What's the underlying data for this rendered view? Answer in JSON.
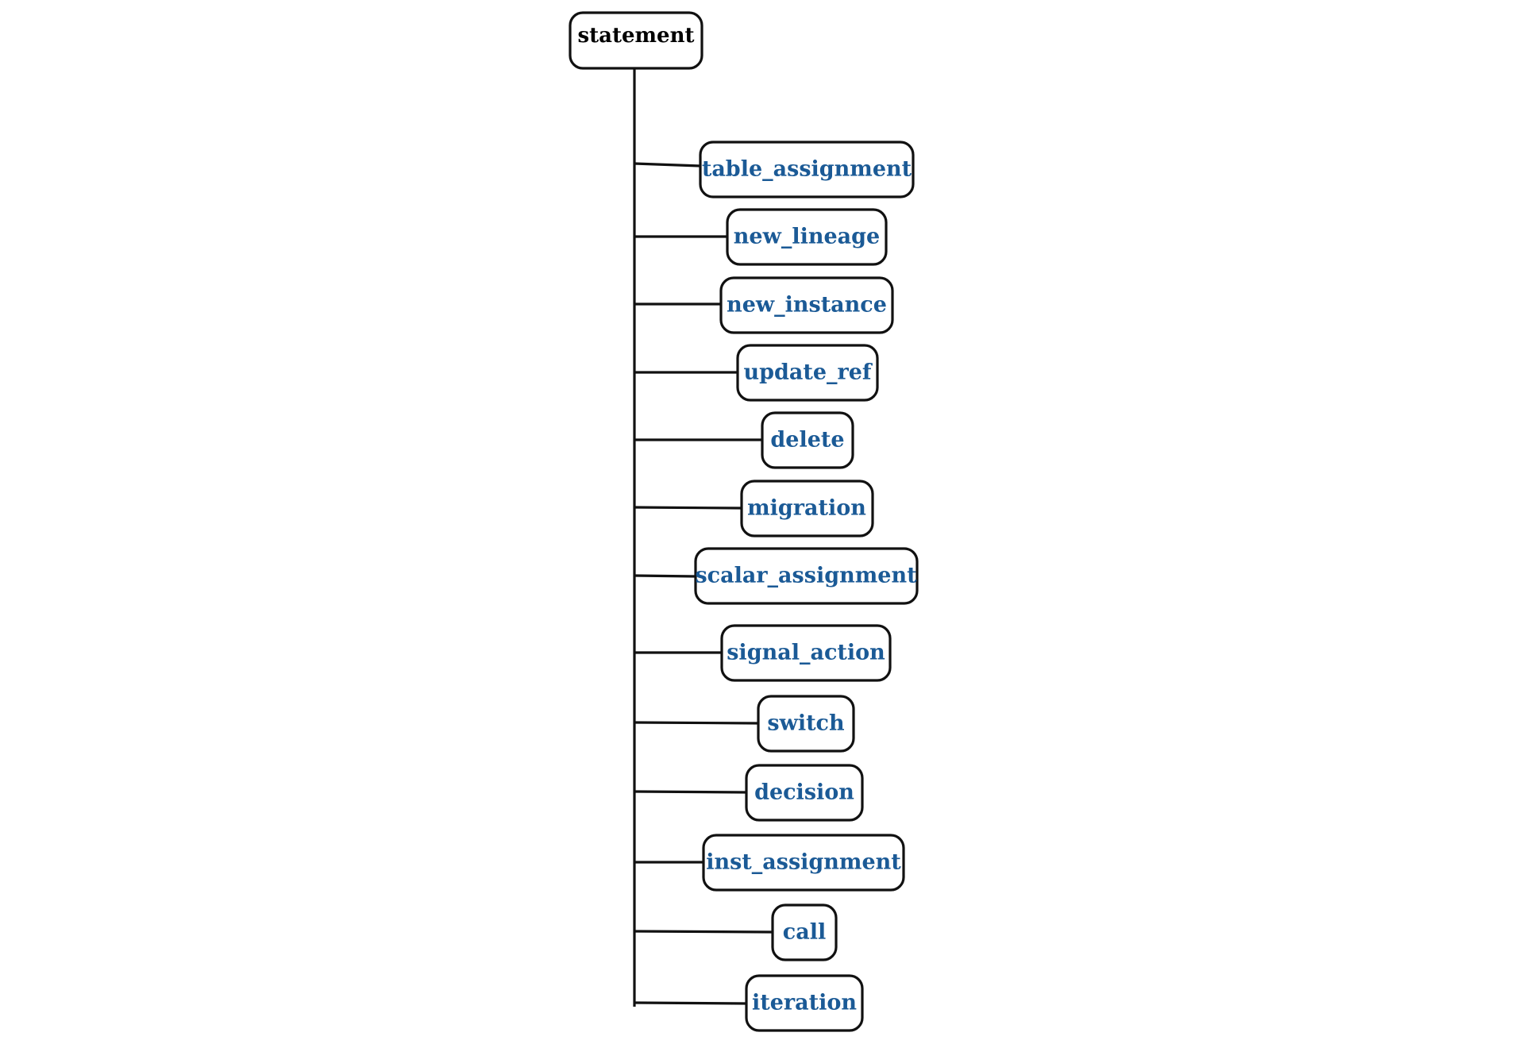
{
  "root": {
    "label": "statement"
  },
  "children": [
    {
      "id": "table_assignment",
      "label": "table_assignment"
    },
    {
      "id": "new_lineage",
      "label": "new_lineage"
    },
    {
      "id": "new_instance",
      "label": "new_instance"
    },
    {
      "id": "update_ref",
      "label": "update_ref"
    },
    {
      "id": "delete",
      "label": "delete"
    },
    {
      "id": "migration",
      "label": "migration"
    },
    {
      "id": "scalar_assignment",
      "label": "scalar_assignment"
    },
    {
      "id": "signal_action",
      "label": "signal_action"
    },
    {
      "id": "switch",
      "label": "switch"
    },
    {
      "id": "decision",
      "label": "decision"
    },
    {
      "id": "inst_assignment",
      "label": "inst_assignment"
    },
    {
      "id": "call",
      "label": "call"
    },
    {
      "id": "iteration",
      "label": "iteration"
    }
  ],
  "colors": {
    "root_text": "#000000",
    "child_text": "#1b5a96",
    "border": "#111111",
    "background": "#ffffff"
  }
}
